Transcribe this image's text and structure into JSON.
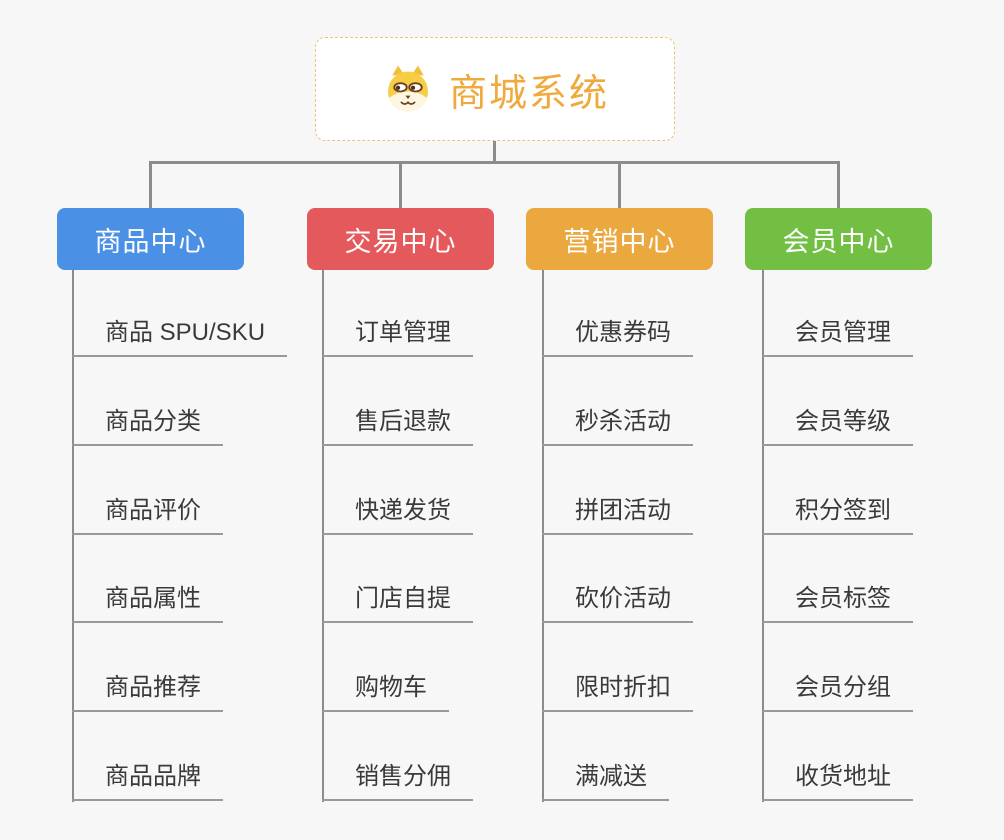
{
  "page": {
    "background": "#f7f7f7"
  },
  "root": {
    "title": "商城系统",
    "icon": "dog-face-icon",
    "title_color": "#f0a93c",
    "border_color": "#f0c274"
  },
  "connectors": {
    "color": "#8c8c8c",
    "leaf_underline_color": "#999999"
  },
  "branches": [
    {
      "label": "商品中心",
      "color": "#4a90e4",
      "leaves": [
        "商品 SPU/SKU",
        "商品分类",
        "商品评价",
        "商品属性",
        "商品推荐",
        "商品品牌"
      ]
    },
    {
      "label": "交易中心",
      "color": "#e4595b",
      "leaves": [
        "订单管理",
        "售后退款",
        "快递发货",
        "门店自提",
        "购物车",
        "销售分佣"
      ]
    },
    {
      "label": "营销中心",
      "color": "#eaa83f",
      "leaves": [
        "优惠券码",
        "秒杀活动",
        "拼团活动",
        "砍价活动",
        "限时折扣",
        "满减送"
      ]
    },
    {
      "label": "会员中心",
      "color": "#72bf44",
      "leaves": [
        "会员管理",
        "会员等级",
        "积分签到",
        "会员标签",
        "会员分组",
        "收货地址"
      ]
    }
  ]
}
